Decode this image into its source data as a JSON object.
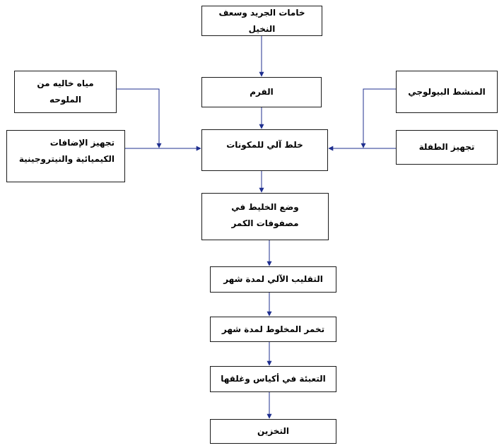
{
  "diagram": {
    "boxes": {
      "raw_materials": "خامات الجريد وسعف النخيل",
      "chopping": "الفرم",
      "mechanical_mixing": "خلط آلي للمكونات",
      "placing_mixture": "وضع الخليط في مصفوفات الكمر",
      "mechanical_turning": "التقليب الآلي لمدة شهر",
      "fermentation": "تخمر المخلوط لمدة شهر",
      "packing": "التعبئة في أكياس وغلقها",
      "storage": "التخزين",
      "saline_free_water": "مياه خاليه من الملوحه",
      "chemical_additions": "تجهيز الإضافات الكيميائية والنيتروجينية",
      "biological_activator": "المنشط البيولوجي",
      "inoculum_prep": "تجهيز الطفلة"
    },
    "colors": {
      "arrow": "#1f2f8f",
      "line": "#1f2f8f",
      "border": "#1a1a1a"
    }
  }
}
